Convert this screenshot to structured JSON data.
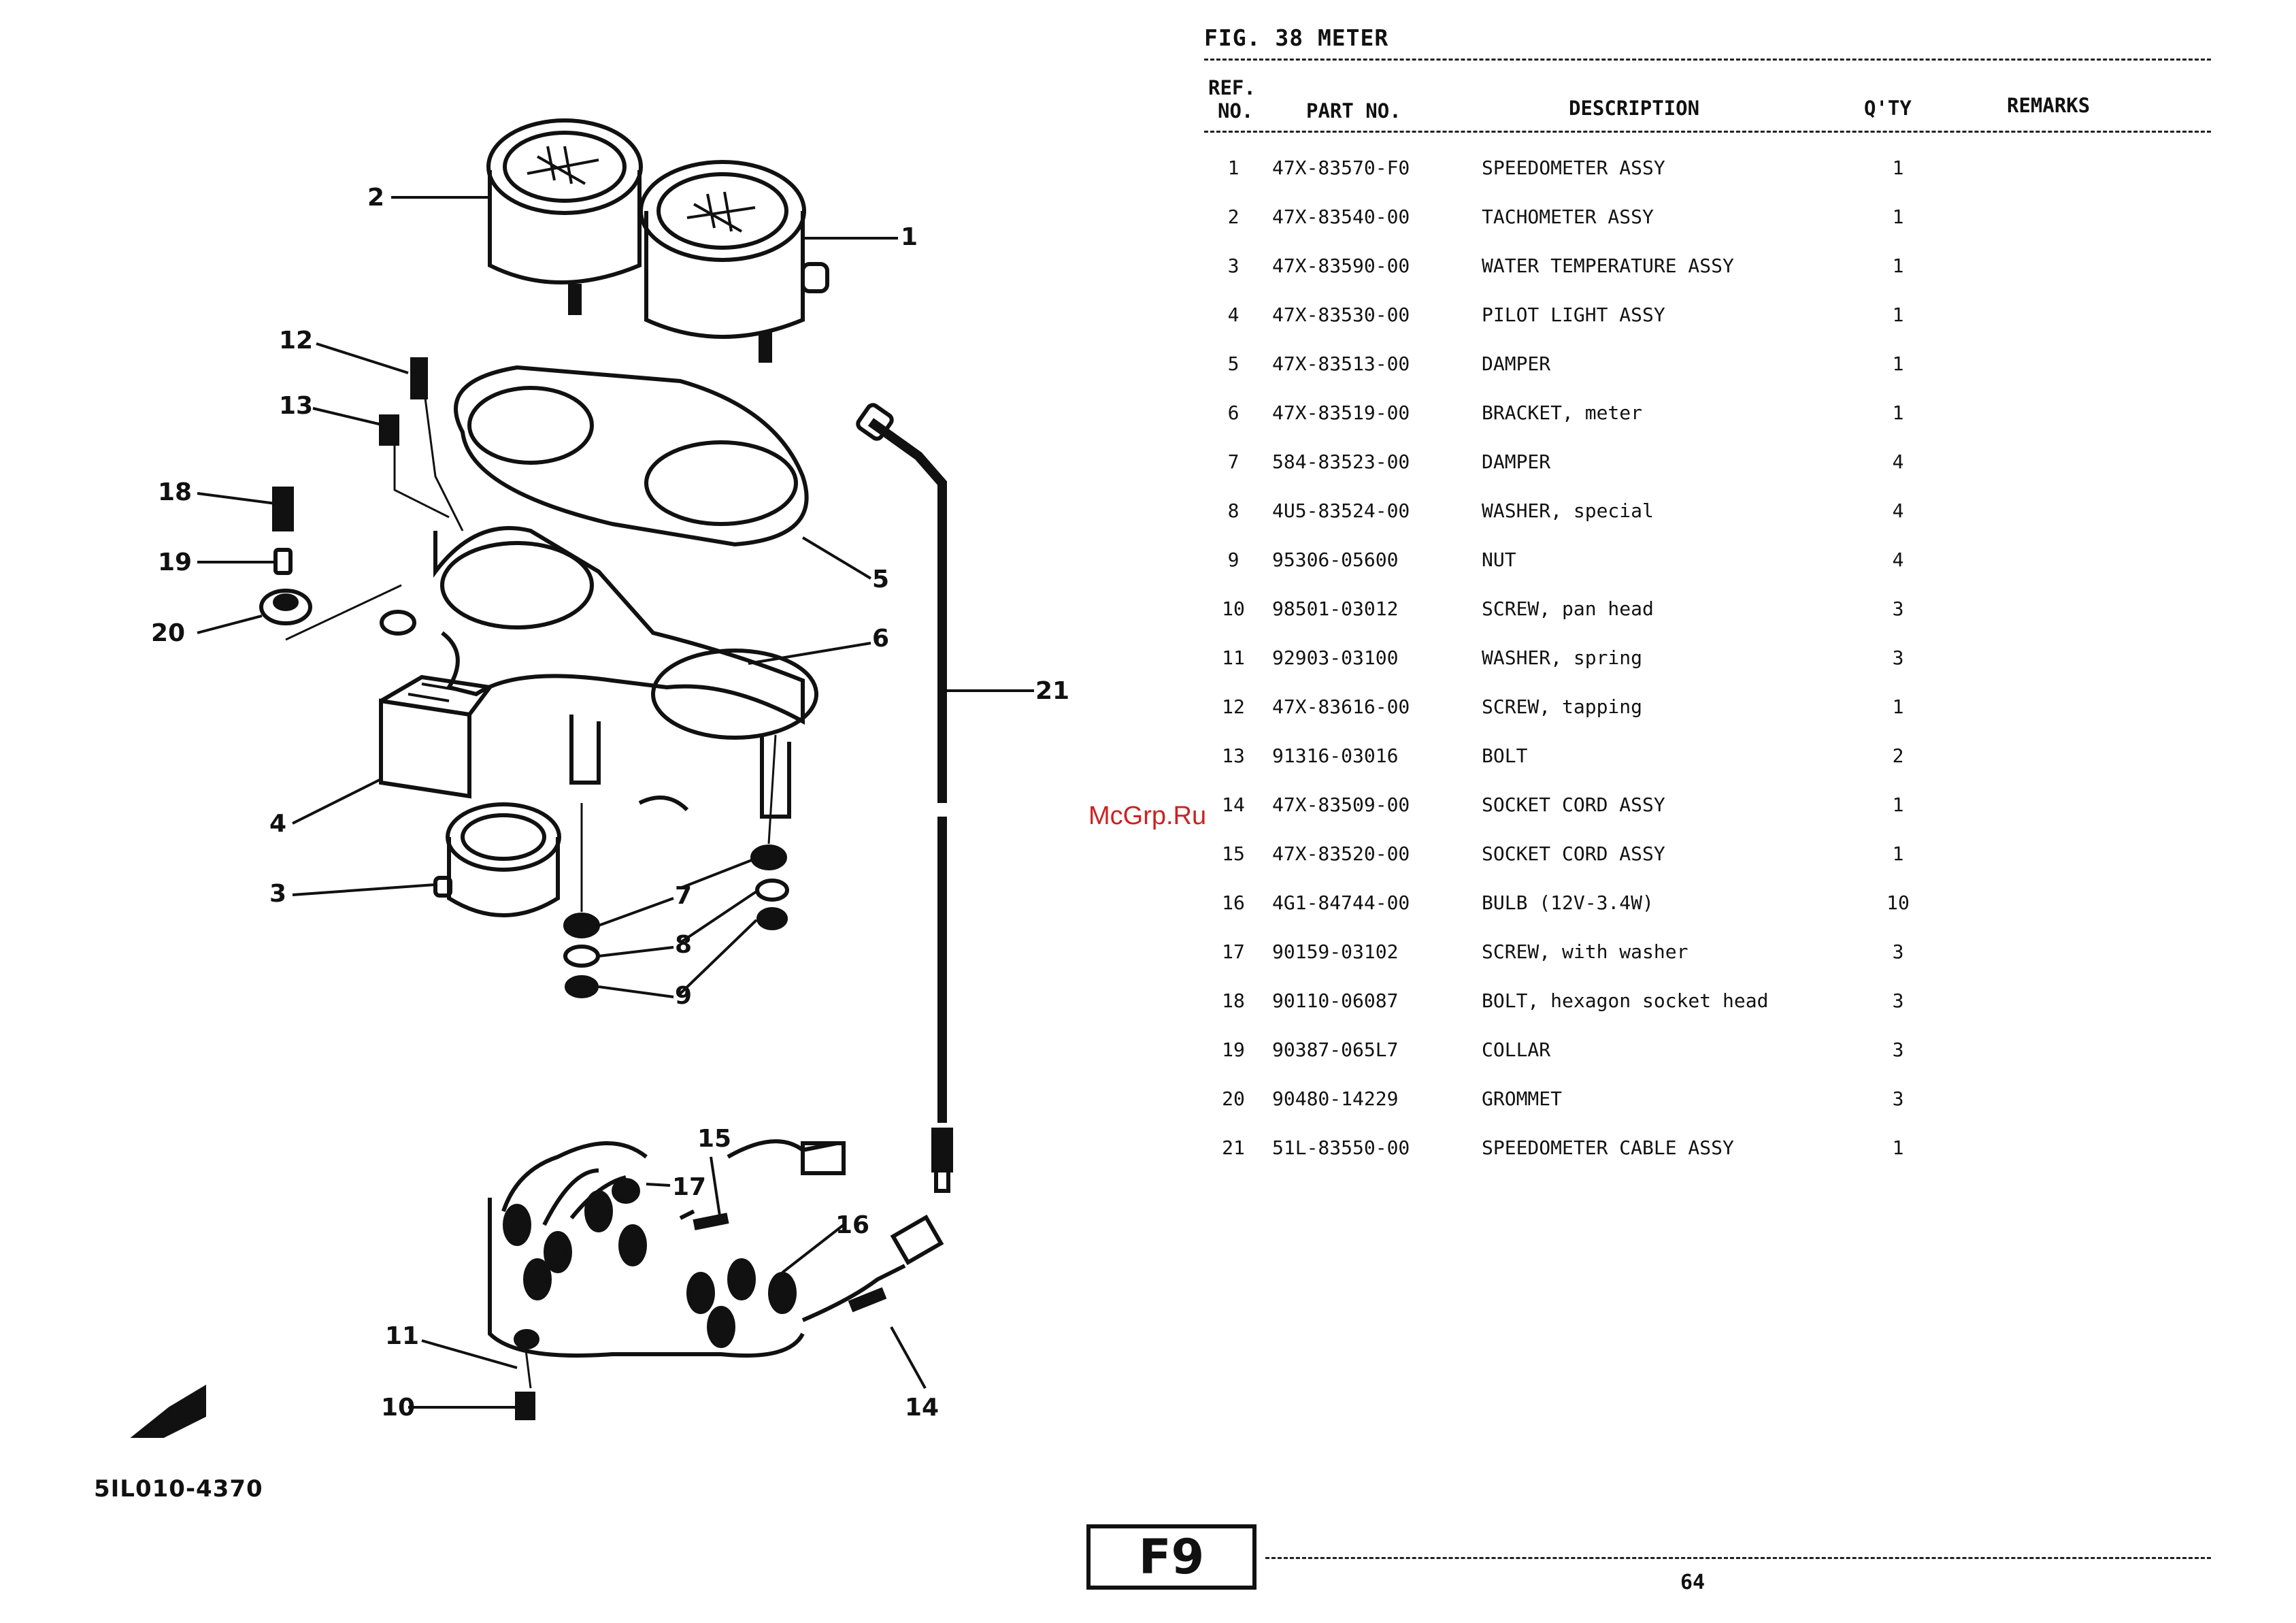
{
  "figure": {
    "title": "FIG. 38 METER"
  },
  "diagram": {
    "code": "5IL010-4370",
    "callouts": [
      {
        "ref": "1"
      },
      {
        "ref": "2"
      },
      {
        "ref": "3"
      },
      {
        "ref": "4"
      },
      {
        "ref": "5"
      },
      {
        "ref": "6"
      },
      {
        "ref": "7"
      },
      {
        "ref": "8"
      },
      {
        "ref": "9"
      },
      {
        "ref": "10"
      },
      {
        "ref": "11"
      },
      {
        "ref": "12"
      },
      {
        "ref": "13"
      },
      {
        "ref": "14"
      },
      {
        "ref": "15"
      },
      {
        "ref": "16"
      },
      {
        "ref": "17"
      },
      {
        "ref": "18"
      },
      {
        "ref": "19"
      },
      {
        "ref": "20"
      },
      {
        "ref": "21"
      }
    ]
  },
  "table": {
    "headers": {
      "ref_line1": "REF.",
      "ref_line2": "NO.",
      "part_no": "PART NO.",
      "description": "DESCRIPTION",
      "qty": "Q'TY",
      "remarks": "REMARKS"
    },
    "rows": [
      {
        "ref": "1",
        "part_no": "47X-83570-F0",
        "description": "SPEEDOMETER ASSY",
        "qty": "1",
        "remarks": ""
      },
      {
        "ref": "2",
        "part_no": "47X-83540-00",
        "description": "TACHOMETER ASSY",
        "qty": "1",
        "remarks": ""
      },
      {
        "ref": "3",
        "part_no": "47X-83590-00",
        "description": "WATER TEMPERATURE ASSY",
        "qty": "1",
        "remarks": ""
      },
      {
        "ref": "4",
        "part_no": "47X-83530-00",
        "description": "PILOT LIGHT ASSY",
        "qty": "1",
        "remarks": ""
      },
      {
        "ref": "5",
        "part_no": "47X-83513-00",
        "description": "DAMPER",
        "qty": "1",
        "remarks": ""
      },
      {
        "ref": "6",
        "part_no": "47X-83519-00",
        "description": "BRACKET, meter",
        "qty": "1",
        "remarks": ""
      },
      {
        "ref": "7",
        "part_no": "584-83523-00",
        "description": "DAMPER",
        "qty": "4",
        "remarks": ""
      },
      {
        "ref": "8",
        "part_no": "4U5-83524-00",
        "description": "WASHER, special",
        "qty": "4",
        "remarks": ""
      },
      {
        "ref": "9",
        "part_no": "95306-05600",
        "description": "NUT",
        "qty": "4",
        "remarks": ""
      },
      {
        "ref": "10",
        "part_no": "98501-03012",
        "description": "SCREW, pan head",
        "qty": "3",
        "remarks": ""
      },
      {
        "ref": "11",
        "part_no": "92903-03100",
        "description": "WASHER, spring",
        "qty": "3",
        "remarks": ""
      },
      {
        "ref": "12",
        "part_no": "47X-83616-00",
        "description": "SCREW, tapping",
        "qty": "1",
        "remarks": ""
      },
      {
        "ref": "13",
        "part_no": "91316-03016",
        "description": "BOLT",
        "qty": "2",
        "remarks": ""
      },
      {
        "ref": "14",
        "part_no": "47X-83509-00",
        "description": "SOCKET CORD ASSY",
        "qty": "1",
        "remarks": ""
      },
      {
        "ref": "15",
        "part_no": "47X-83520-00",
        "description": "SOCKET CORD ASSY",
        "qty": "1",
        "remarks": ""
      },
      {
        "ref": "16",
        "part_no": "4G1-84744-00",
        "description": "BULB (12V-3.4W)",
        "qty": "10",
        "remarks": ""
      },
      {
        "ref": "17",
        "part_no": "90159-03102",
        "description": "SCREW, with washer",
        "qty": "3",
        "remarks": ""
      },
      {
        "ref": "18",
        "part_no": "90110-06087",
        "description": "BOLT, hexagon socket head",
        "qty": "3",
        "remarks": ""
      },
      {
        "ref": "19",
        "part_no": "90387-065L7",
        "description": "COLLAR",
        "qty": "3",
        "remarks": ""
      },
      {
        "ref": "20",
        "part_no": "90480-14229",
        "description": "GROMMET",
        "qty": "3",
        "remarks": ""
      },
      {
        "ref": "21",
        "part_no": "51L-83550-00",
        "description": "SPEEDOMETER CABLE ASSY",
        "qty": "1",
        "remarks": ""
      }
    ]
  },
  "watermark": "McGrp.Ru",
  "footer": {
    "section": "F9",
    "page": "64"
  }
}
